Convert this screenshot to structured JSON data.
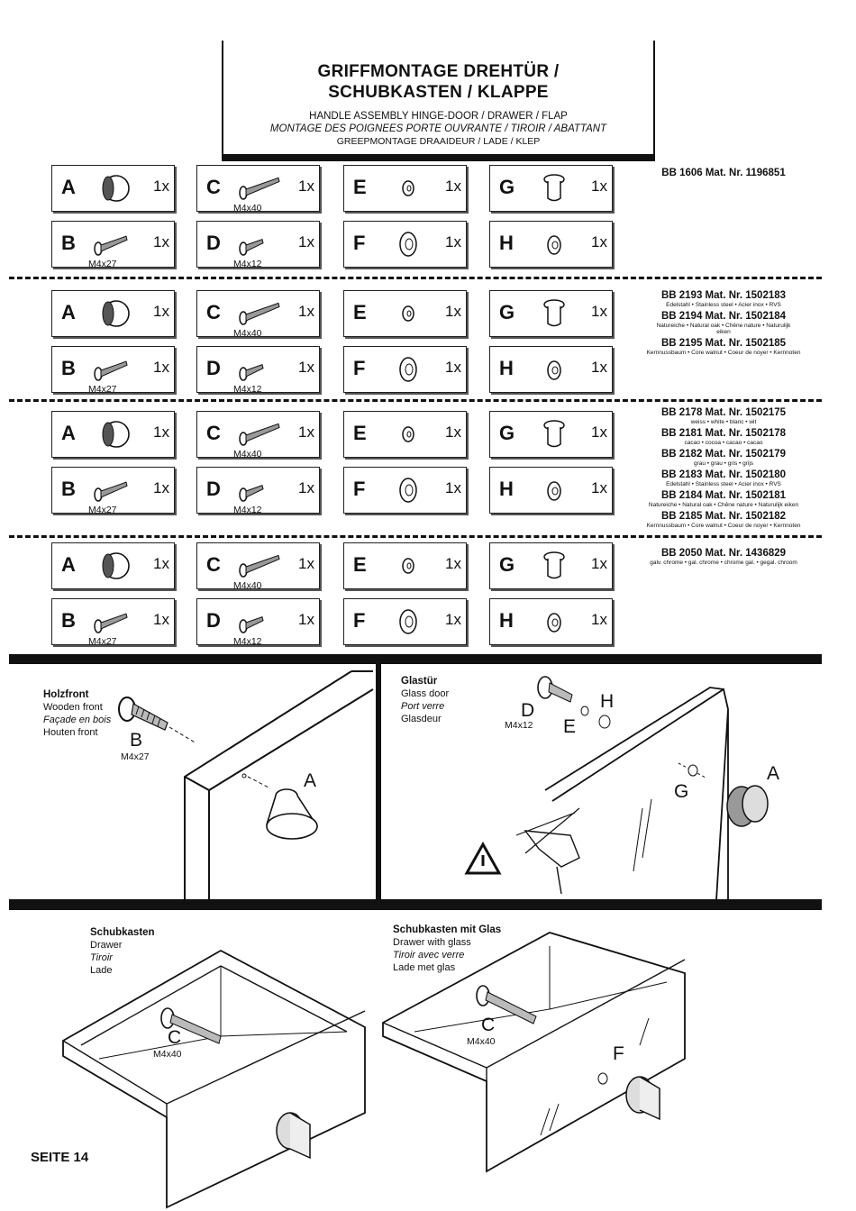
{
  "header": {
    "title_line1": "GRIFFMONTAGE DREHTÜR /",
    "title_line2": "SCHUBKASTEN / KLAPPE",
    "sub_en": "HANDLE ASSEMBLY HINGE-DOOR / DRAWER / FLAP",
    "sub_fr": "MONTAGE DES POIGNEES PORTE OUVRANTE / TIROIR / ABATTANT",
    "sub_nl": "GREEPMONTAGE DRAAIDEUR / LADE / KLEP"
  },
  "parts": {
    "a": "A",
    "b": "B",
    "c": "C",
    "d": "D",
    "e": "E",
    "f": "F",
    "g": "G",
    "h": "H",
    "qty": "1x",
    "size_b": "M4x27",
    "size_c": "M4x40",
    "size_d": "M4x12"
  },
  "groups": [
    {
      "lines": [
        {
          "text": "BB 1606 Mat. Nr. 1196851"
        }
      ]
    },
    {
      "lines": [
        {
          "text": "BB 2193 Mat. Nr. 1502183",
          "sub": "Edelstahl • Stainless steel • Acier inox • RVS"
        },
        {
          "text": "BB 2194 Mat. Nr. 1502184",
          "sub": "Natureiche • Natural oak • Chêne nature • Naturulijk eiken"
        },
        {
          "text": "BB 2195 Mat. Nr. 1502185",
          "sub": "Kernnussbaum • Core walnut • Coeur de noyer • Kernnoten"
        }
      ]
    },
    {
      "lines": [
        {
          "text": "BB 2178 Mat. Nr. 1502175",
          "sub": "weiss • white • blanc • wit"
        },
        {
          "text": "BB 2181 Mat. Nr. 1502178",
          "sub": "cacao • cocoa • cacao • cacao"
        },
        {
          "text": "BB 2182 Mat. Nr. 1502179",
          "sub": "grau • grau • gris • grijs"
        },
        {
          "text": "BB 2183 Mat. Nr. 1502180",
          "sub": "Edelstahl • Stainless steel • Acier inox • RVS"
        },
        {
          "text": "BB 2184 Mat. Nr. 1502181",
          "sub": "Natureiche • Natural oak • Chêne nature • Naturulijk eiken"
        },
        {
          "text": "BB 2185 Mat. Nr. 1502182",
          "sub": "Kernnussbaum • Core walnut • Coeur de noyer • Kernnoten"
        }
      ]
    },
    {
      "lines": [
        {
          "text": "BB 2050 Mat. Nr. 1436829",
          "sub": "galv. chrome • gal. chrome • chrome gal. • gegal. chroom"
        }
      ]
    }
  ],
  "panels": {
    "wood": {
      "de": "Holzfront",
      "en": "Wooden front",
      "fr": "Façade en bois",
      "nl": "Houten front"
    },
    "glass": {
      "de": "Glastür",
      "en": "Glass door",
      "fr": "Port verre",
      "nl": "Glasdeur"
    },
    "drawer": {
      "de": "Schubkasten",
      "en": "Drawer",
      "fr": "Tiroir",
      "nl": "Lade"
    },
    "drawer_glass": {
      "de": "Schubkasten mit Glas",
      "en": "Drawer with glass",
      "fr": "Tiroir avec verre",
      "nl": "Lade met glas"
    }
  },
  "footer": {
    "page": "SEITE 14"
  }
}
